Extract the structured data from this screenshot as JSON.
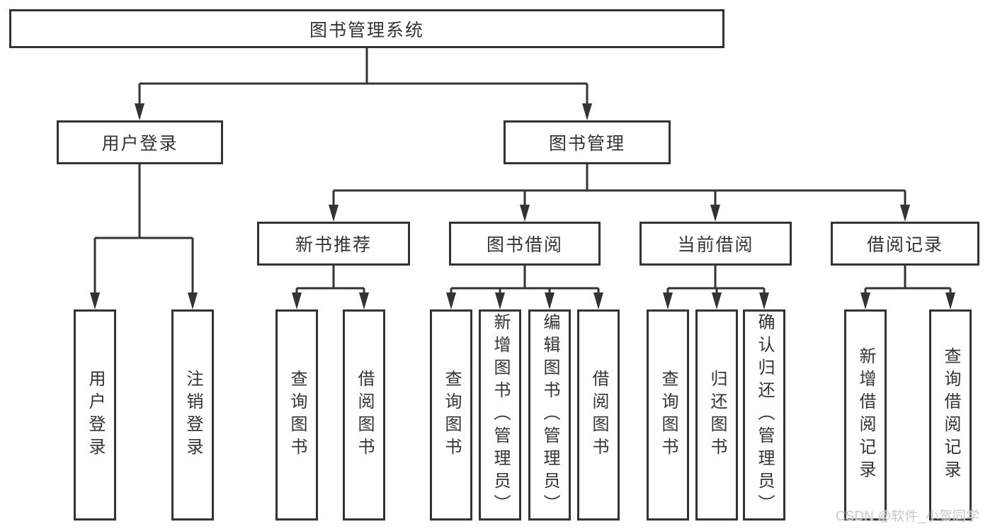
{
  "tree": {
    "root": "图书管理系统",
    "children": [
      {
        "label": "用户登录",
        "children": [
          "用户登录",
          "注销登录"
        ]
      },
      {
        "label": "图书管理",
        "children": [
          {
            "label": "新书推荐",
            "children": [
              "查询图书",
              "借阅图书"
            ]
          },
          {
            "label": "图书借阅",
            "children": [
              "查询图书",
              "新增图书（管理员）",
              "编辑图书（管理员）",
              "借阅图书"
            ]
          },
          {
            "label": "当前借阅",
            "children": [
              "查询图书",
              "归还图书",
              "确认归还（管理员）"
            ]
          },
          {
            "label": "借阅记录",
            "children": [
              "新增借阅记录",
              "查询借阅记录"
            ]
          }
        ]
      }
    ]
  },
  "watermark": {
    "text": "CSDN @软件_小贺同学"
  },
  "colors": {
    "line": "#333333",
    "box_border": "#333333",
    "text": "#333333",
    "background": "#ffffff",
    "watermark": "#c9c9c9"
  }
}
